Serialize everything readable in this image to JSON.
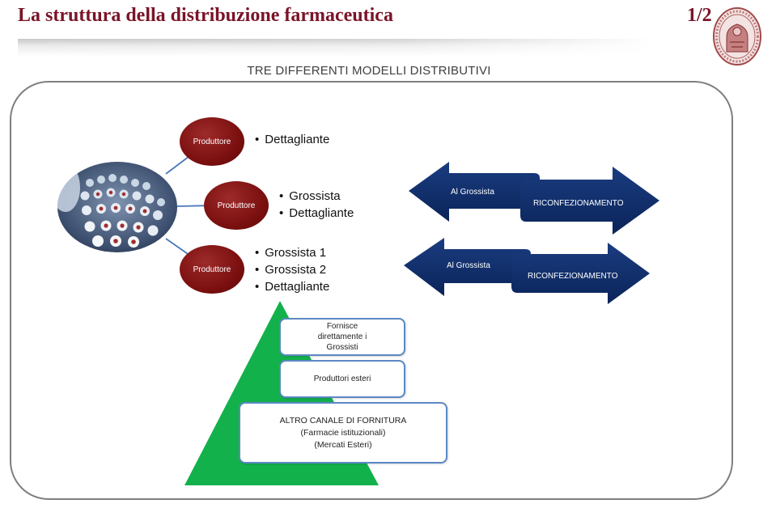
{
  "header": {
    "title": "La struttura della distribuzione farmaceutica",
    "page": "1/2"
  },
  "subtitle": "TRE DIFFERENTI MODELLI DISTRIBUTIVI",
  "producers": [
    {
      "label": "Produttore",
      "items": [
        "Dettagliante"
      ]
    },
    {
      "label": "Produttore",
      "items": [
        "Grossista",
        "Dettagliante"
      ]
    },
    {
      "label": "Produttore",
      "items": [
        "Grossista 1",
        "Grossista  2",
        "Dettagliante"
      ]
    }
  ],
  "arrows": [
    {
      "left_label": "Al Grossista",
      "right_label": "RICONFEZIONAMENTO"
    },
    {
      "left_label": "Al Grossista",
      "right_label": "RICONFEZIONAMENTO"
    }
  ],
  "pyramid_boxes": [
    {
      "lines": [
        "Fornisce",
        "direttamente i",
        "Grossisti"
      ]
    },
    {
      "lines": [
        "Produttori esteri"
      ]
    },
    {
      "lines": [
        "ALTRO CANALE DI FORNITURA",
        "(Farmacie istituzionali)",
        "(Mercati Esteri)"
      ]
    }
  ],
  "colors": {
    "title": "#7a1428",
    "producer_fill": "#7c1010",
    "arrow_fill": "#0d2a63",
    "pyramid_fill": "#13b14b",
    "box_border": "#5b88c4"
  },
  "icons": {
    "seal": "university-seal-icon",
    "photo": "vials-photo"
  }
}
